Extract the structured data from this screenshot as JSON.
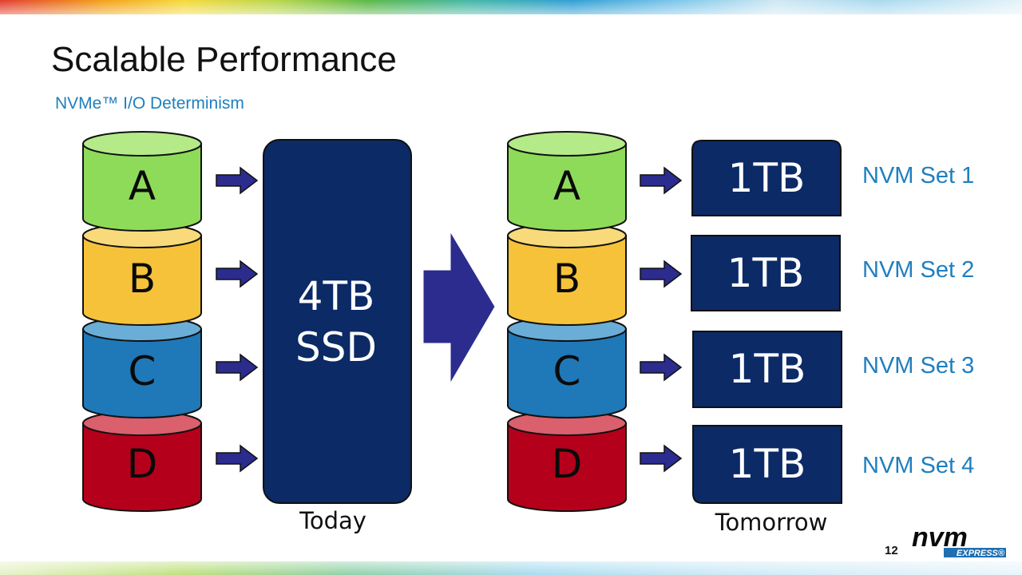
{
  "slide": {
    "title": "Scalable Performance",
    "subtitle": "NVMe™ I/O Determinism",
    "page_number": "12"
  },
  "today": {
    "ssd_line1": "4TB",
    "ssd_line2": "SSD",
    "caption": "Today"
  },
  "tomorrow": {
    "caption": "Tomorrow",
    "box_label": "1TB"
  },
  "cylinders": [
    {
      "label": "A",
      "color": "#8edb5a",
      "top_color": "#b4eb88"
    },
    {
      "label": "B",
      "color": "#f6c23a",
      "top_color": "#f9da7a"
    },
    {
      "label": "C",
      "color": "#1f78b8",
      "top_color": "#6aaed7"
    },
    {
      "label": "D",
      "color": "#b5001b",
      "top_color": "#d9606c"
    }
  ],
  "nvm_sets": [
    "NVM Set 1",
    "NVM Set 2",
    "NVM Set 3",
    "NVM Set 4"
  ],
  "colors": {
    "navy": "#0b2a66",
    "arrow": "#2b2c8e",
    "accent_blue": "#1f7fbf"
  },
  "logo": {
    "main": "nvm",
    "sub": "EXPRESS®"
  }
}
